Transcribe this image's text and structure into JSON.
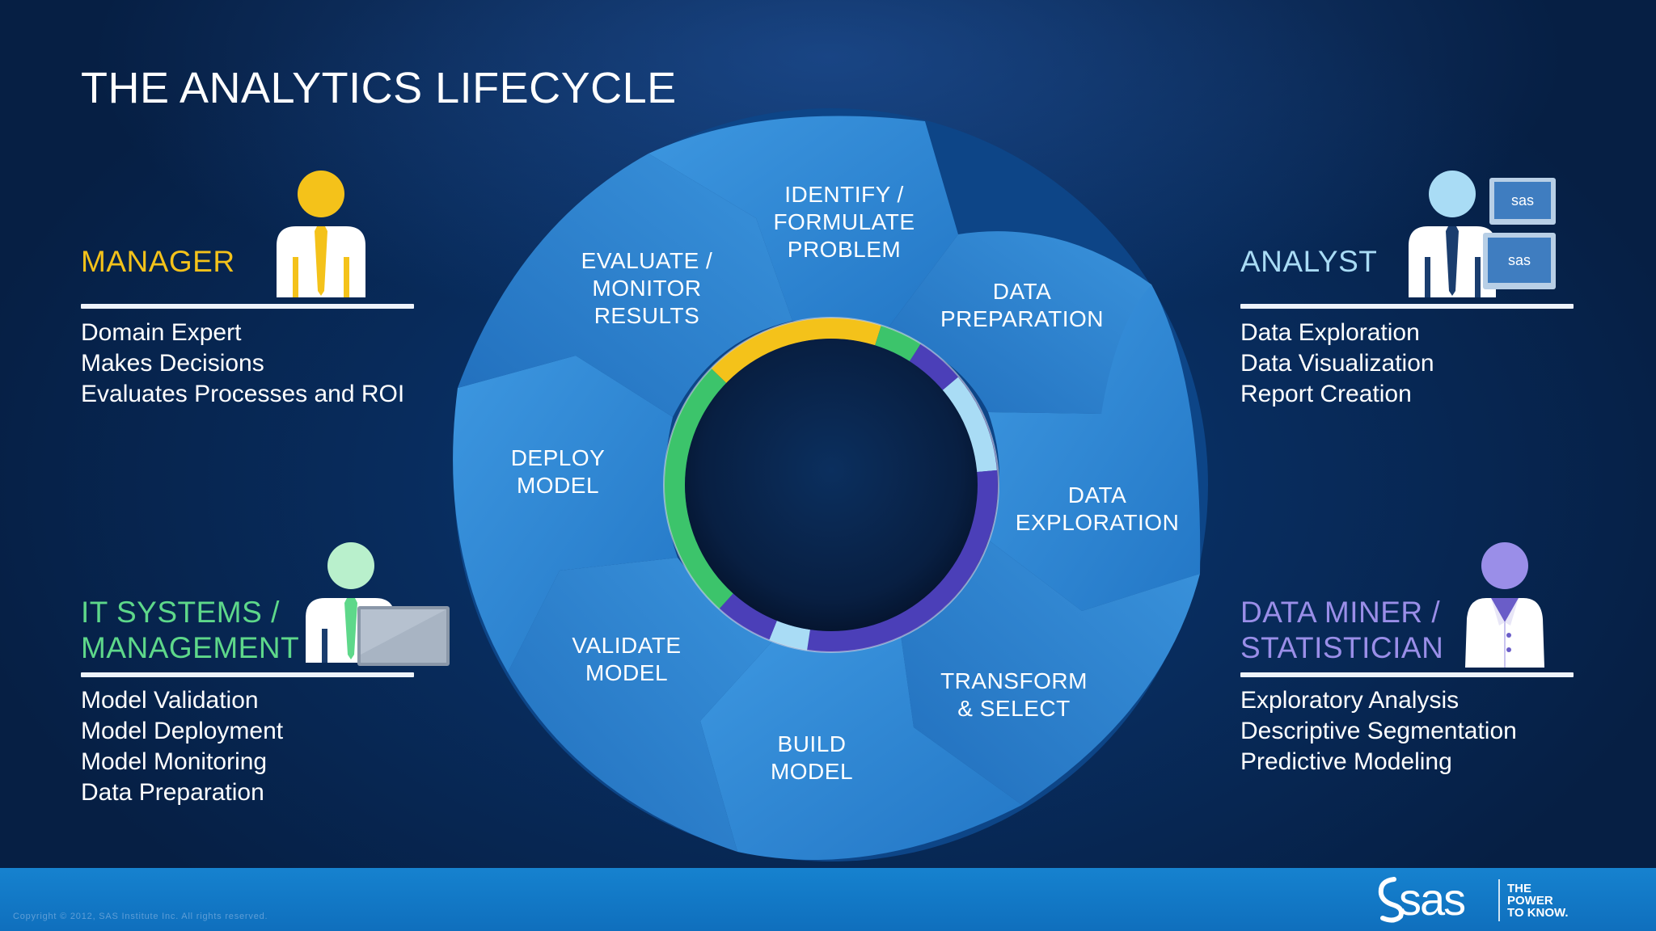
{
  "title": "THE ANALYTICS LIFECYCLE",
  "colors": {
    "manager": "#f4c21a",
    "analyst": "#a9dcf5",
    "it": "#5ed88a",
    "dataminer": "#9a8ee8",
    "segment": "#2b85d2",
    "background": "#082d5f"
  },
  "roles": {
    "manager": {
      "heading": "MANAGER",
      "items": [
        "Domain Expert",
        "Makes Decisions",
        "Evaluates Processes and ROI"
      ]
    },
    "analyst": {
      "heading": "ANALYST",
      "items": [
        "Data Exploration",
        "Data Visualization",
        "Report Creation"
      ]
    },
    "it": {
      "heading_line1": "IT SYSTEMS /",
      "heading_line2": "MANAGEMENT",
      "items": [
        "Model Validation",
        "Model Deployment",
        "Model Monitoring",
        "Data Preparation"
      ]
    },
    "dataminer": {
      "heading_line1": "DATA MINER /",
      "heading_line2": "STATISTICIAN",
      "items": [
        "Exploratory Analysis",
        "Descriptive Segmentation",
        "Predictive Modeling"
      ]
    }
  },
  "icons": {
    "manager": "person-icon",
    "analyst": "person-with-monitors-icon",
    "it": "person-with-laptop-icon",
    "dataminer": "person-in-lab-coat-icon"
  },
  "monitor_label": "sas",
  "lifecycle": {
    "steps": [
      {
        "line1": "IDENTIFY /",
        "line2": "FORMULATE",
        "line3": "PROBLEM"
      },
      {
        "line1": "DATA",
        "line2": "PREPARATION"
      },
      {
        "line1": "DATA",
        "line2": "EXPLORATION"
      },
      {
        "line1": "TRANSFORM",
        "line2": "& SELECT"
      },
      {
        "line1": "BUILD",
        "line2": "MODEL"
      },
      {
        "line1": "VALIDATE",
        "line2": "MODEL"
      },
      {
        "line1": "DEPLOY",
        "line2": "MODEL"
      },
      {
        "line1": "EVALUATE /",
        "line2": "MONITOR",
        "line3": "RESULTS"
      }
    ]
  },
  "footer": {
    "copyright": "Copyright © 2012, SAS Institute Inc. All rights reserved.",
    "brand": "sas",
    "tagline_line1": "THE",
    "tagline_line2": "POWER",
    "tagline_line3": "TO KNOW."
  }
}
